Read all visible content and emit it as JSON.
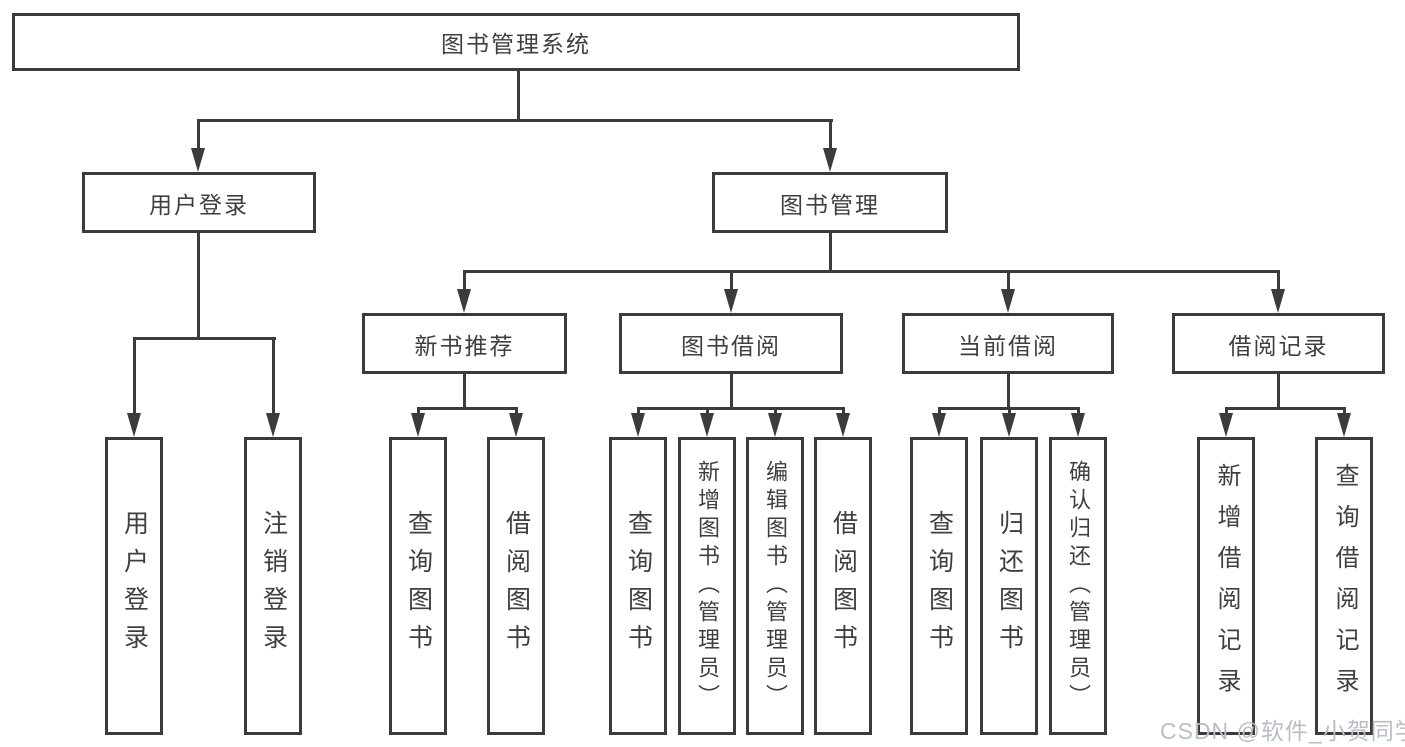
{
  "diagram": {
    "title": "图书管理系统",
    "level2": [
      {
        "label": "用户登录"
      },
      {
        "label": "图书管理"
      }
    ],
    "level3": [
      {
        "label": "新书推荐",
        "parent": "图书管理"
      },
      {
        "label": "图书借阅",
        "parent": "图书管理"
      },
      {
        "label": "当前借阅",
        "parent": "图书管理"
      },
      {
        "label": "借阅记录",
        "parent": "图书管理"
      }
    ],
    "leaves": [
      {
        "label": "用户登录",
        "parent": "用户登录"
      },
      {
        "label": "注销登录",
        "parent": "用户登录"
      },
      {
        "label": "查询图书",
        "parent": "新书推荐"
      },
      {
        "label": "借阅图书",
        "parent": "新书推荐"
      },
      {
        "label": "查询图书",
        "parent": "图书借阅"
      },
      {
        "label": "新增图书（管理员）",
        "parent": "图书借阅"
      },
      {
        "label": "编辑图书（管理员）",
        "parent": "图书借阅"
      },
      {
        "label": "借阅图书",
        "parent": "图书借阅"
      },
      {
        "label": "查询图书",
        "parent": "当前借阅"
      },
      {
        "label": "归还图书",
        "parent": "当前借阅"
      },
      {
        "label": "确认归还（管理员）",
        "parent": "当前借阅"
      },
      {
        "label": "新增借阅记录",
        "parent": "借阅记录"
      },
      {
        "label": "查询借阅记录",
        "parent": "借阅记录"
      }
    ],
    "colors": {
      "line": "#3b3b3b",
      "text": "#3f3f3f",
      "background": "#ffffff",
      "watermark_text": "#b9bec6"
    }
  },
  "watermark": {
    "text": "CSDN @软件_小贺同学"
  }
}
